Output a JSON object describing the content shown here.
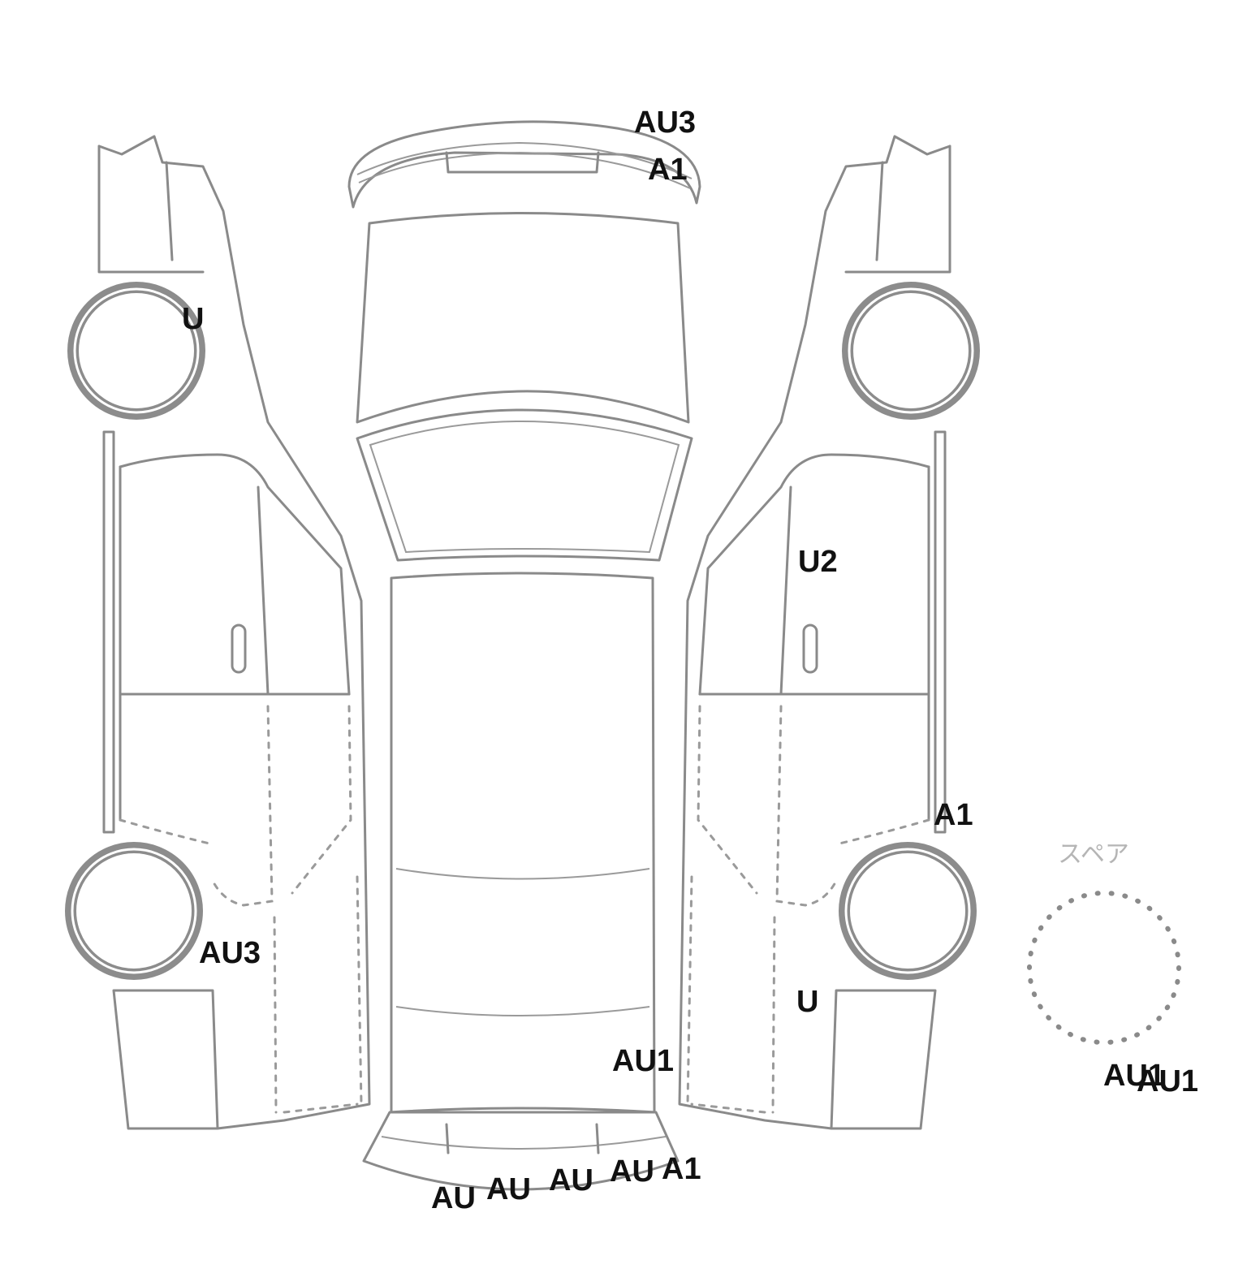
{
  "spare_label": "スペア",
  "marks": {
    "rear_top_1": "AU3",
    "rear_top_2": "A1",
    "left_front_wheel": "U",
    "right_front_door": "U2",
    "right_rear_quarter": "A1",
    "left_rear_wheel": "AU3",
    "right_rear_panel": "U",
    "roof_rear": "AU1",
    "spare_1": "AU1",
    "spare_2": "AU1",
    "front_bumper_1": "AU",
    "front_bumper_2": "AU",
    "front_bumper_3": "AU",
    "front_bumper_4": "AU",
    "front_bumper_5": "A1"
  }
}
